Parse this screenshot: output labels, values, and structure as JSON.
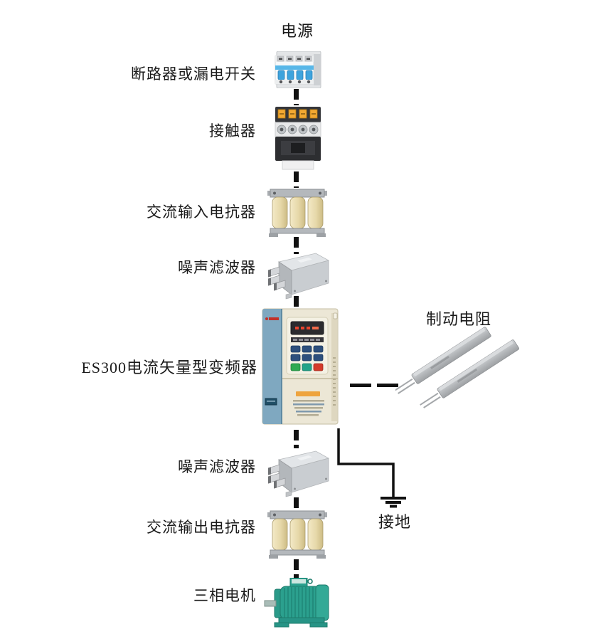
{
  "diagram": {
    "title_hint": "ES300 inverter wiring chain diagram",
    "chain": [
      {
        "id": "power",
        "label": "电源"
      },
      {
        "id": "breaker",
        "label": "断路器或漏电开关"
      },
      {
        "id": "contactor",
        "label": "接触器"
      },
      {
        "id": "input-reactor",
        "label": "交流输入电抗器"
      },
      {
        "id": "noise-filter-input",
        "label": "噪声滤波器"
      },
      {
        "id": "inverter",
        "label": "ES300电流矢量型变频器"
      },
      {
        "id": "noise-filter-output",
        "label": "噪声滤波器"
      },
      {
        "id": "output-reactor",
        "label": "交流输出电抗器"
      },
      {
        "id": "motor",
        "label": "三相电机"
      }
    ],
    "side": [
      {
        "id": "braking-resistor",
        "label": "制动电阻"
      },
      {
        "id": "ground",
        "label": "接地"
      }
    ]
  },
  "colors": {
    "line": "#111111",
    "label_text": "#1a1a1a",
    "breaker_blue": "#45aee4",
    "contactor_orange": "#f2a832",
    "reactor_cream": "#e8d9a8",
    "filter_gray": "#c6cacd",
    "inverter_body": "#ece7d6",
    "inverter_panel_blue": "#7fa8c0",
    "inverter_logo_red": "#c23128",
    "display_red": "#e8452f",
    "button_blue": "#2d4f7d",
    "button_green": "#2faa52",
    "button_red": "#d43a2a",
    "resistor_gray": "#b6b9bc",
    "motor_teal": "#2ba08e"
  }
}
